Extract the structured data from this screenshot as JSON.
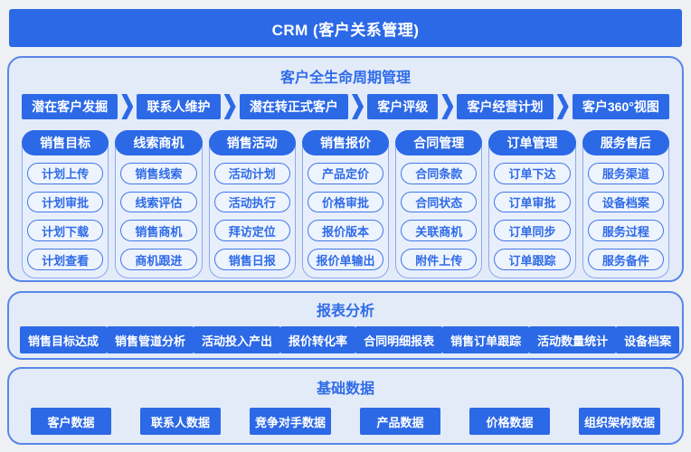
{
  "colors": {
    "primary": "#2c69e6",
    "primary_text": "#2f6be8",
    "panel_border": "#5986e9",
    "panel_bg": "#e3ebf9",
    "page_bg": "#eef0f3"
  },
  "banner": {
    "title": "CRM (客户关系管理)"
  },
  "lifecycle": {
    "title": "客户全生命周期管理",
    "steps": [
      "潜在客户发掘",
      "联系人维护",
      "潜在转正式客户",
      "客户评级",
      "客户经营计划",
      "客户360°视图"
    ],
    "columns": [
      {
        "header": "销售目标",
        "items": [
          "计划上传",
          "计划审批",
          "计划下载",
          "计划查看"
        ]
      },
      {
        "header": "线索商机",
        "items": [
          "销售线索",
          "线索评估",
          "销售商机",
          "商机跟进"
        ]
      },
      {
        "header": "销售活动",
        "items": [
          "活动计划",
          "活动执行",
          "拜访定位",
          "销售日报"
        ]
      },
      {
        "header": "销售报价",
        "items": [
          "产品定价",
          "价格审批",
          "报价版本",
          "报价单输出"
        ]
      },
      {
        "header": "合同管理",
        "items": [
          "合同条款",
          "合同状态",
          "关联商机",
          "附件上传"
        ]
      },
      {
        "header": "订单管理",
        "items": [
          "订单下达",
          "订单审批",
          "订单同步",
          "订单跟踪"
        ]
      },
      {
        "header": "服务售后",
        "items": [
          "服务渠道",
          "设备档案",
          "服务过程",
          "服务备件"
        ]
      }
    ]
  },
  "reports": {
    "title": "报表分析",
    "items": [
      "销售目标达成",
      "销售管道分析",
      "活动投入产出",
      "报价转化率",
      "合同明细报表",
      "销售订单跟踪",
      "活动数量统计",
      "设备档案"
    ]
  },
  "base_data": {
    "title": "基础数据",
    "items": [
      "客户数据",
      "联系人数据",
      "竞争对手数据",
      "产品数据",
      "价格数据",
      "组织架构数据"
    ]
  }
}
